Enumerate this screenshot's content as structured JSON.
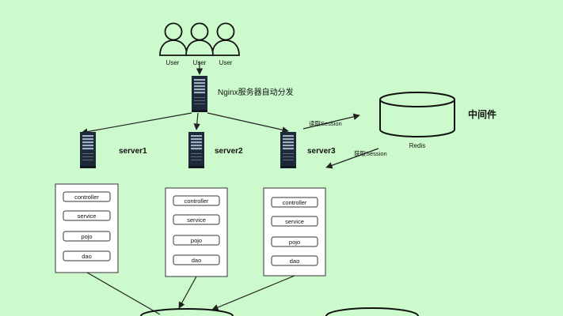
{
  "users": [
    "User",
    "User",
    "User"
  ],
  "nginx": {
    "label": "Nginx服务器自动分发"
  },
  "servers": [
    {
      "label": "server1",
      "layers": [
        "controller",
        "service",
        "pojo",
        "dao"
      ]
    },
    {
      "label": "server2",
      "layers": [
        "controller",
        "service",
        "pojo",
        "dao"
      ]
    },
    {
      "label": "server3",
      "layers": [
        "controller",
        "service",
        "pojo",
        "dao"
      ]
    }
  ],
  "redis": {
    "label": "Redis",
    "title": "中间件"
  },
  "edges": {
    "read": "读取Session",
    "write": "获取Session"
  },
  "colors": {
    "background": "#ccfacc",
    "server_dark": "#1f2a38",
    "server_light": "#9fb3c8"
  }
}
